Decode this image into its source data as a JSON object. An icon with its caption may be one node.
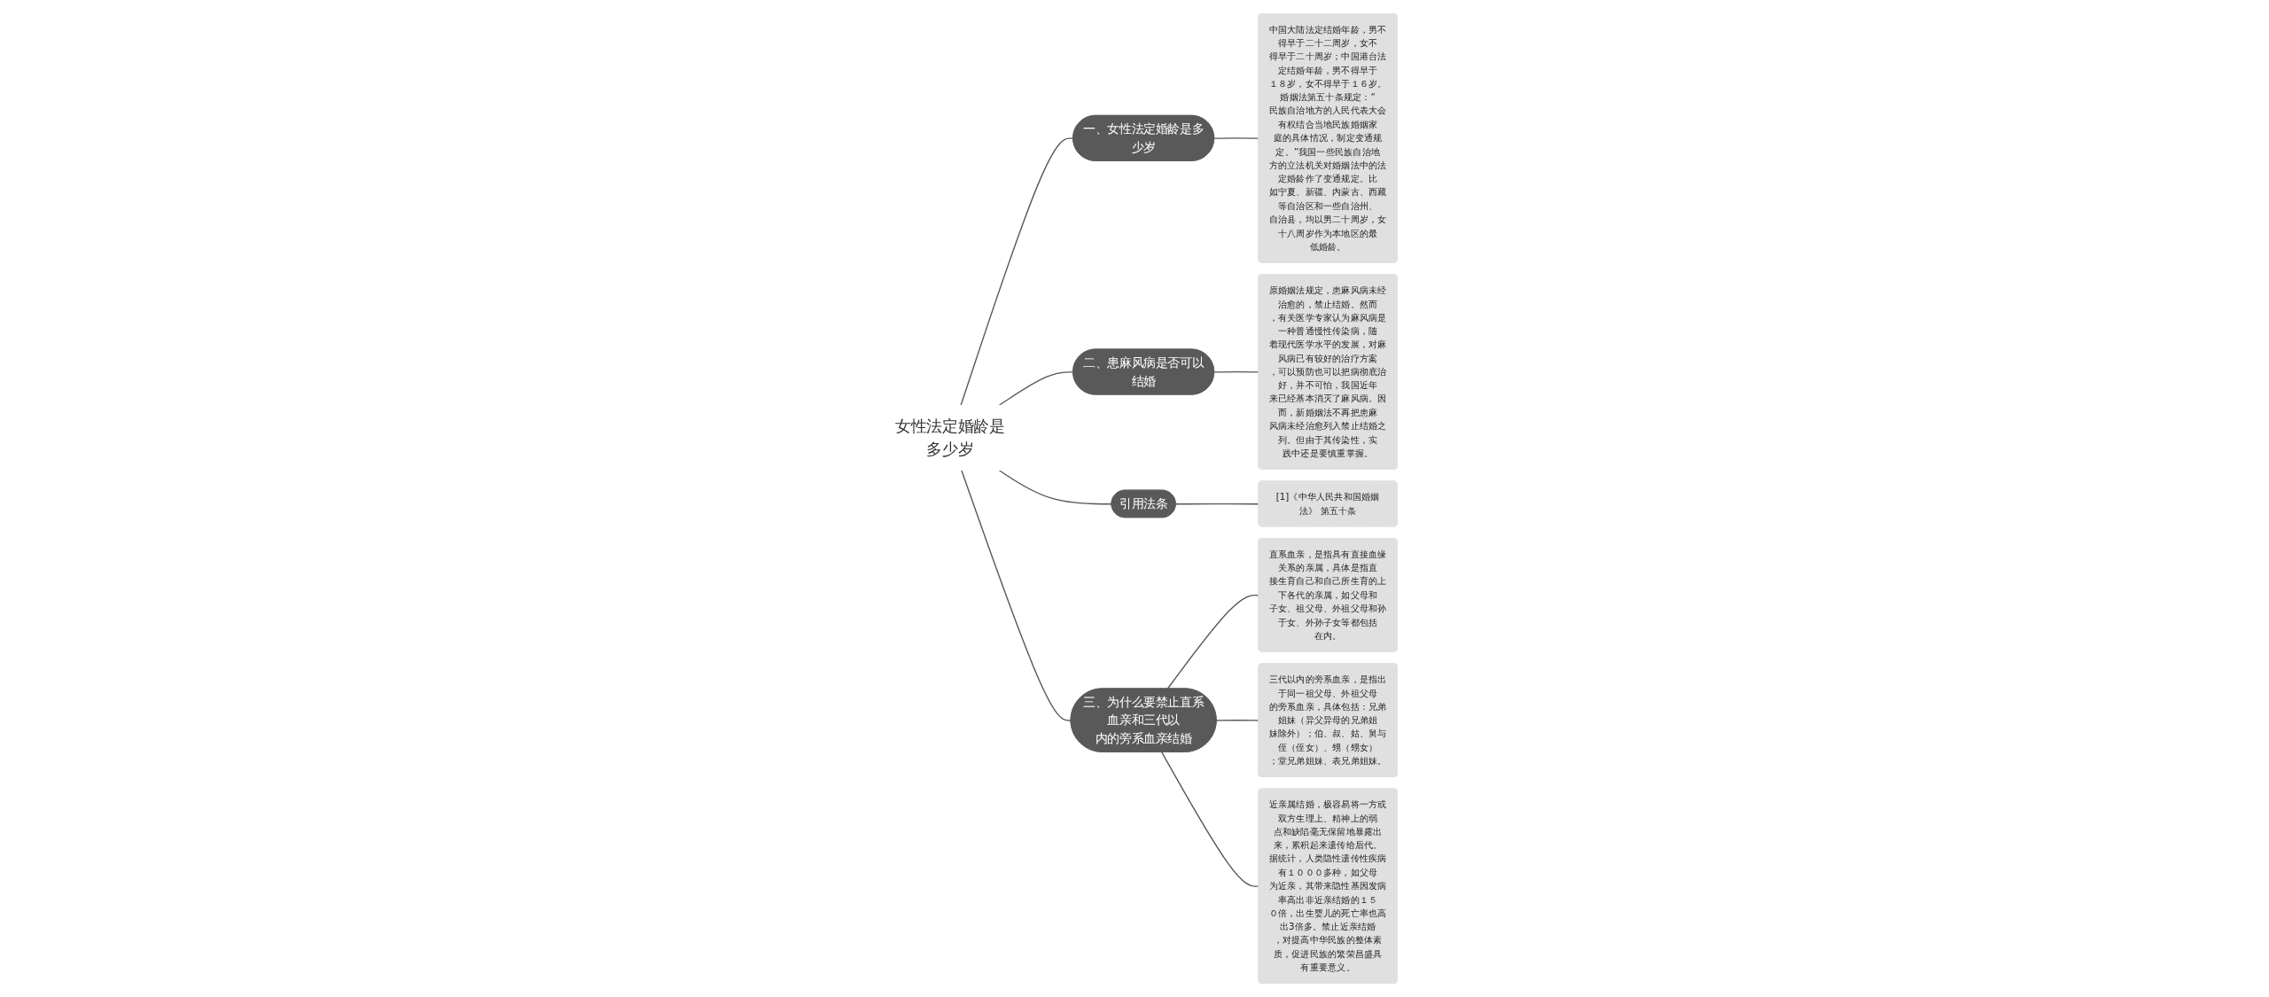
{
  "diagram": {
    "nodes": [
      {
        "text": [
          "女性法定婚龄是多少岁"
        ]
      },
      {
        "text": [
          "一、女性法定婚龄是多少岁"
        ]
      },
      {
        "text": [
          "中国大陆法定结婚年龄，男不得早于二十二周岁，女不得早于二十周岁；中国港台法定结婚年龄，男不得早于１８岁，女不得早于１６岁。婚姻法第五十条规定：“民族自治地方的人民代表大会有权结合当地民族婚姻家庭的具体情况，制定变通规定。”我国一些民族自治地方的立法机关对婚姻法中的法定婚龄作了变通规定。比如宁夏、新疆、内蒙古、西藏等自治区和一些自治州、自治县，均以男二十周岁，女十八周岁作为本地区的最低婚龄。"
        ]
      },
      {
        "text": [
          "二、患麻风病是否可以结婚"
        ]
      },
      {
        "text": [
          "原婚姻法规定，患麻风病未经治愈的，禁止结婚。然而，有关医学专家认为麻风病是一种普通慢性传染病，随着现代医学水平的发展，对麻风病已有较好的治疗方案，可以预防也可以把病彻底治好，并不可怕，我国近年来已经基本消灭了麻风病。因而，新婚姻法不再把患麻风病未经治愈列入禁止结婚之列。但由于其传染性，实践中还是要慎重掌握。"
        ]
      },
      {
        "text": [
          "引用法条"
        ]
      },
      {
        "text": [
          "[1]《中华人民共和国婚姻法》 第五十条"
        ]
      },
      {
        "text": [
          "三、为什么要禁止直系血亲和三代以内的旁系血亲结婚"
        ]
      },
      {
        "text": [
          "直系血亲，是指具有直接血缘关系的亲属，具体是指直接生育自己和自己所生育的上下各代的亲属，如父母和子女、祖父母、外祖父母和孙于女、外孙子女等都包括在内。"
        ]
      },
      {
        "text": [
          "三代以内的旁系血亲，是指出于同一祖父母、外祖父母的旁系血亲，具体包括：兄弟姐妹（异父异母的兄弟姐妹除外）；伯、叔、姑、舅与侄（侄女）、甥（甥女）；堂兄弟姐妹、表兄弟姐妹。"
        ]
      },
      {
        "text": [
          "近亲属结婚，极容易将一方或双方生理上、精神上的弱点和缺陷毫无保留地暴露出来，累积起来遗传给后代。据统计，人类隐性遗传性疾病有１０００多种，如父母为近亲，其带来隐性基因发病率高出非近亲结婚的１５０倍，出生婴儿的死亡率也高出3倍多。禁止近亲结婚，对提高中华民族的整体素质，促进民族的繁荣昌盛具有重要意义。"
        ]
      }
    ],
    "edges": [
      {
        "from": 0,
        "to": 1,
        "arrow": "none"
      },
      {
        "from": 1,
        "to": 2,
        "arrow": "none"
      },
      {
        "from": 0,
        "to": 3,
        "arrow": "none"
      },
      {
        "from": 3,
        "to": 4,
        "arrow": "none"
      },
      {
        "from": 0,
        "to": 5,
        "arrow": "none"
      },
      {
        "from": 5,
        "to": 6,
        "arrow": "none"
      },
      {
        "from": 0,
        "to": 7,
        "arrow": "none"
      },
      {
        "from": 7,
        "to": 8,
        "arrow": "none"
      },
      {
        "from": 7,
        "to": 9,
        "arrow": "none"
      },
      {
        "from": 7,
        "to": 10,
        "arrow": "none"
      }
    ]
  }
}
